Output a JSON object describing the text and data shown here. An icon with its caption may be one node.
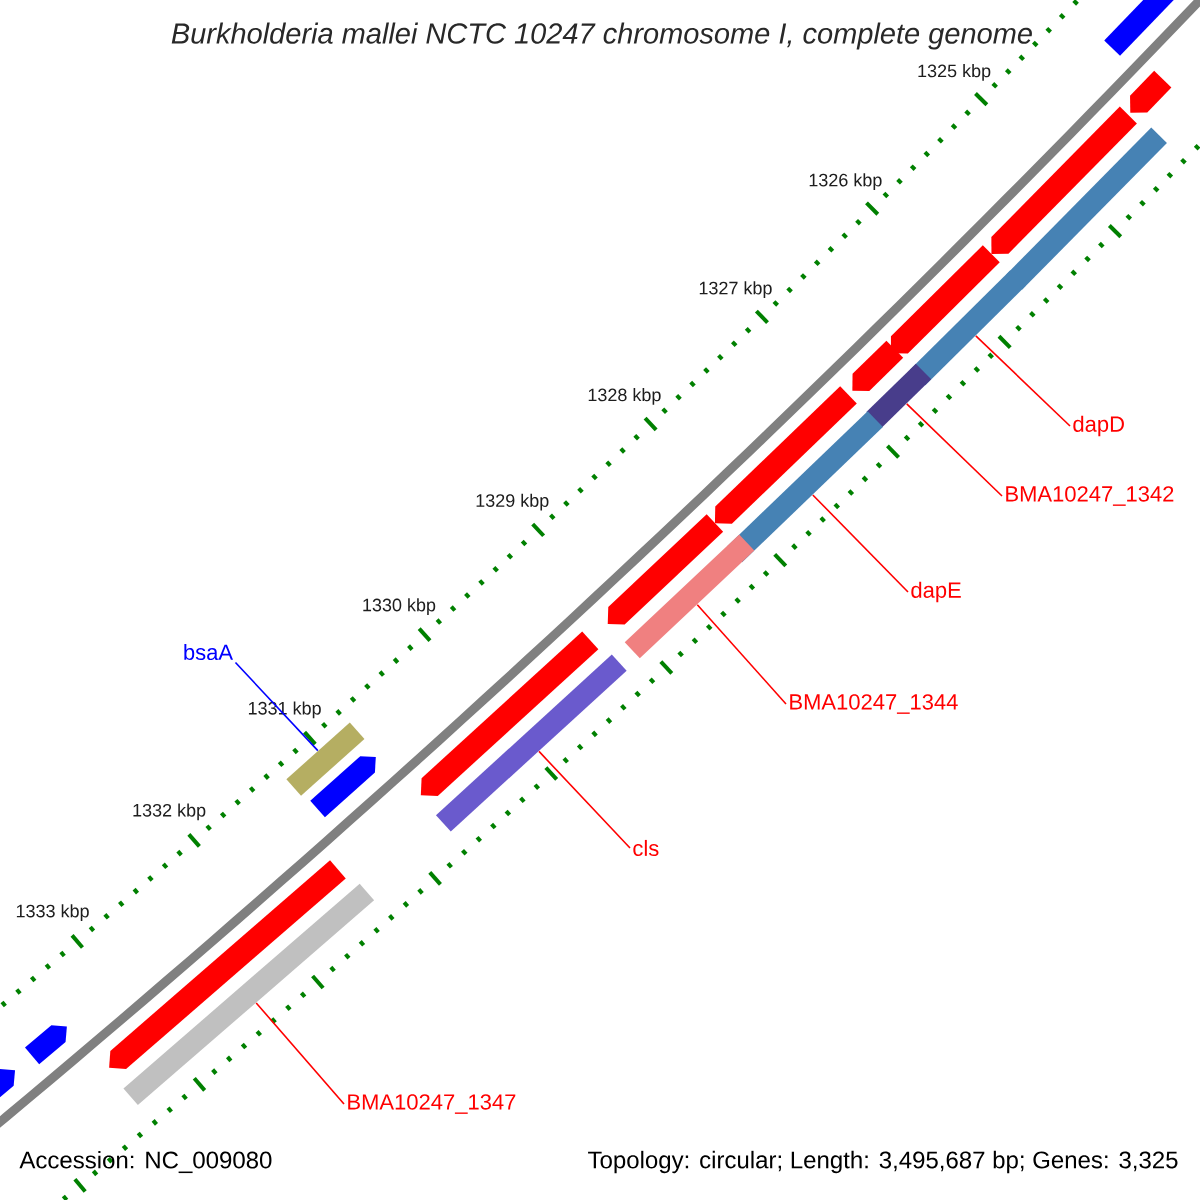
{
  "diagram": {
    "title": "Burkholderia mallei NCTC 10247 chromosome I, complete genome",
    "nodes": [
      {
        "text": [
          "dapD"
        ]
      },
      {
        "text": [
          "BMA10247_1342"
        ]
      },
      {
        "text": [
          "dapE"
        ]
      },
      {
        "text": [
          "bsaA"
        ]
      },
      {
        "text": [
          "BMA10247_1344"
        ]
      },
      {
        "text": [
          "cls"
        ]
      },
      {
        "text": [
          "BMA10247_1347"
        ]
      },
      {
        "text": [],
        "shape": "bar"
      },
      {
        "text": [],
        "shape": "bar"
      },
      {
        "text": [],
        "shape": "bar"
      },
      {
        "text": [],
        "shape": "bar"
      },
      {
        "text": [],
        "shape": "bar"
      },
      {
        "text": [],
        "shape": "bar"
      },
      {
        "text": [],
        "shape": "bar"
      },
      {
        "text": [],
        "shape": "bar"
      },
      {
        "text": [],
        "shape": "arrow"
      },
      {
        "text": [],
        "shape": "arrow"
      },
      {
        "text": [],
        "shape": "arrow"
      },
      {
        "text": [],
        "shape": "arrow"
      },
      {
        "text": [],
        "shape": "arrow"
      },
      {
        "text": [],
        "shape": "arrow"
      },
      {
        "text": [],
        "shape": "arrow"
      },
      {
        "text": [],
        "shape": "arrow"
      },
      {
        "text": [],
        "shape": "arrow"
      },
      {
        "text": [],
        "shape": "arrow"
      },
      {
        "text": [],
        "shape": "arrow"
      },
      {
        "text": [],
        "shape": "arrow"
      }
    ],
    "edges": [
      {
        "from": 0,
        "to": 8,
        "arrow": "none"
      },
      {
        "from": 1,
        "to": 9,
        "arrow": "none"
      },
      {
        "from": 2,
        "to": 10,
        "arrow": "none"
      },
      {
        "from": 4,
        "to": 11,
        "arrow": "none"
      },
      {
        "from": 5,
        "to": 12,
        "arrow": "none"
      },
      {
        "from": 3,
        "to": 13,
        "arrow": "none",
        "color": "#0000ff"
      },
      {
        "from": 6,
        "to": 14,
        "arrow": "none"
      }
    ],
    "labels": [
      "1325 kbp",
      "1326 kbp",
      "1327 kbp",
      "1328 kbp",
      "1329 kbp",
      "1330 kbp",
      "1331 kbp",
      "1332 kbp",
      "1333 kbp",
      "Accession: NC_009080",
      "Topology: circular; Length: 3,495,687 bp; Genes: 3,325"
    ]
  }
}
